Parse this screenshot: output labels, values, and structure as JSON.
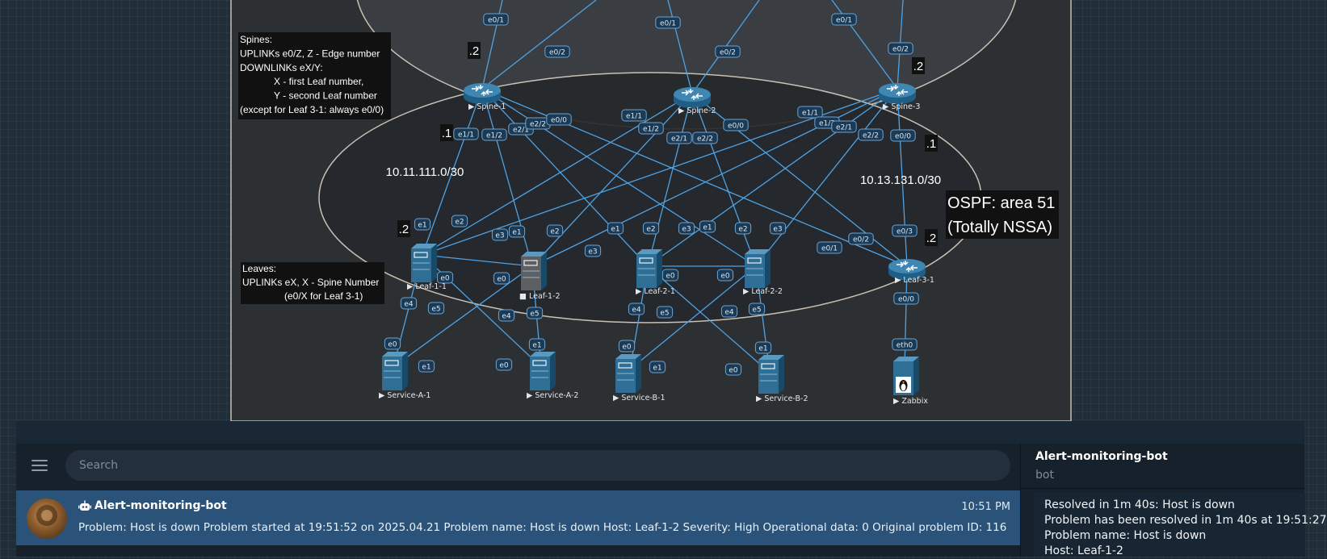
{
  "topology": {
    "devices": [
      {
        "id": "spine1",
        "name": "Spine-1",
        "kind": "router"
      },
      {
        "id": "spine2",
        "name": "Spine-2",
        "kind": "router"
      },
      {
        "id": "spine3",
        "name": "Spine-3",
        "kind": "router"
      },
      {
        "id": "leaf11",
        "name": "Leaf-1-1",
        "kind": "switch"
      },
      {
        "id": "leaf12",
        "name": "Leaf-1-2",
        "kind": "switch-down"
      },
      {
        "id": "leaf21",
        "name": "Leaf-2-1",
        "kind": "switch"
      },
      {
        "id": "leaf22",
        "name": "Leaf-2-2",
        "kind": "switch"
      },
      {
        "id": "leaf31",
        "name": "Leaf-3-1",
        "kind": "router"
      },
      {
        "id": "svca1",
        "name": "Service-A-1",
        "kind": "server"
      },
      {
        "id": "svca2",
        "name": "Service-A-2",
        "kind": "server"
      },
      {
        "id": "svcb1",
        "name": "Service-B-1",
        "kind": "server"
      },
      {
        "id": "svcb2",
        "name": "Service-B-2",
        "kind": "server"
      },
      {
        "id": "zabbix",
        "name": "Zabbix",
        "kind": "linux"
      }
    ],
    "links": [
      {
        "a": "spine1",
        "b": "leaf11",
        "a_if": "e1/1",
        "b_if": "e1"
      },
      {
        "a": "spine1",
        "b": "leaf12",
        "a_if": "e1/2",
        "b_if": "e1"
      },
      {
        "a": "spine1",
        "b": "leaf21",
        "a_if": "e2/1",
        "b_if": "e1"
      },
      {
        "a": "spine1",
        "b": "leaf22",
        "a_if": "e2/2",
        "b_if": "e1"
      },
      {
        "a": "spine1",
        "b": "leaf31",
        "a_if": "e0/0",
        "b_if": "e0/1"
      },
      {
        "a": "spine2",
        "b": "leaf11",
        "a_if": "e1/1",
        "b_if": "e2"
      },
      {
        "a": "spine2",
        "b": "leaf12",
        "a_if": "e1/2",
        "b_if": "e2"
      },
      {
        "a": "spine2",
        "b": "leaf21",
        "a_if": "e2/1",
        "b_if": "e2"
      },
      {
        "a": "spine2",
        "b": "leaf22",
        "a_if": "e2/2",
        "b_if": "e2"
      },
      {
        "a": "spine2",
        "b": "leaf31",
        "a_if": "e0/0",
        "b_if": "e0/2"
      },
      {
        "a": "spine3",
        "b": "leaf11",
        "a_if": "e1/1",
        "b_if": "e3"
      },
      {
        "a": "spine3",
        "b": "leaf12",
        "a_if": "e1/2",
        "b_if": "e3"
      },
      {
        "a": "spine3",
        "b": "leaf21",
        "a_if": "e2/1",
        "b_if": "e3"
      },
      {
        "a": "spine3",
        "b": "leaf22",
        "a_if": "e2/2",
        "b_if": "e3"
      },
      {
        "a": "spine3",
        "b": "leaf31",
        "a_if": "e0/0",
        "b_if": "e0/3"
      },
      {
        "a": "leaf11",
        "b": "leaf12",
        "a_if": "e0",
        "b_if": "e0"
      },
      {
        "a": "leaf21",
        "b": "leaf22",
        "a_if": "e0",
        "b_if": "e0"
      },
      {
        "a": "leaf11",
        "b": "svca1",
        "a_if": "e4",
        "b_if": "e0"
      },
      {
        "a": "leaf11",
        "b": "svca2",
        "a_if": "e5",
        "b_if": "e0"
      },
      {
        "a": "leaf12",
        "b": "svca1",
        "a_if": "e4",
        "b_if": "e1"
      },
      {
        "a": "leaf12",
        "b": "svca2",
        "a_if": "e5",
        "b_if": "e1"
      },
      {
        "a": "leaf21",
        "b": "svcb1",
        "a_if": "e4",
        "b_if": "e0"
      },
      {
        "a": "leaf21",
        "b": "svcb2",
        "a_if": "e5",
        "b_if": "e0"
      },
      {
        "a": "leaf22",
        "b": "svcb1",
        "a_if": "e4",
        "b_if": "e1"
      },
      {
        "a": "leaf22",
        "b": "svcb2",
        "a_if": "e5",
        "b_if": "e1"
      },
      {
        "a": "leaf31",
        "b": "zabbix",
        "a_if": "e0/0",
        "b_if": "eth0"
      },
      {
        "a": "spine1",
        "b": "top1",
        "a_if": "",
        "b_if": "e0/1"
      },
      {
        "a": "spine1",
        "b": "top2",
        "a_if": "",
        "b_if": "e0/2"
      },
      {
        "a": "spine2",
        "b": "top3",
        "a_if": "",
        "b_if": "e0/1"
      },
      {
        "a": "spine2",
        "b": "top4",
        "a_if": "",
        "b_if": "e0/2"
      },
      {
        "a": "spine3",
        "b": "top5",
        "a_if": "",
        "b_if": "e0/1"
      },
      {
        "a": "spine3",
        "b": "top6",
        "a_if": "",
        "b_if": "e0/2"
      }
    ],
    "addresses": [
      ".2",
      ".1",
      ".2",
      ".2",
      ".1",
      ".2"
    ],
    "networks": [
      "10.11.111.0/30",
      "10.13.131.0/30"
    ],
    "spines_note": [
      "Spines:",
      "UPLINKs e0/Z, Z - Edge number",
      "DOWNLINKs eX/Y:",
      "X - first Leaf number,",
      "Y - second Leaf number",
      "(except for Leaf 3-1: always e0/0)"
    ],
    "leaves_note": [
      "Leaves:",
      "UPLINKs eX, X - Spine Number",
      "(e0/X for Leaf 3-1)"
    ],
    "ospf_label": [
      "OSPF: area 51",
      "(Totally NSSA)"
    ]
  },
  "chat": {
    "search_placeholder": "Search",
    "dialog": {
      "name": "Alert-monitoring-bot",
      "time": "10:51 PM",
      "preview": "Problem: Host is down Problem started at 19:51:52 on 2025.04.21 Problem name: Host is down Host: Leaf-1-2 Severity: High Operational data: 0 Original problem ID: 116"
    },
    "side_panel": {
      "title": "Alert-monitoring-bot",
      "subtitle": "bot",
      "message_lines": [
        "Resolved in 1m 40s: Host is down",
        "Problem has been resolved in 1m 40s at 19:51:27",
        "Problem name: Host is down",
        "Host: Leaf-1-2"
      ]
    }
  }
}
